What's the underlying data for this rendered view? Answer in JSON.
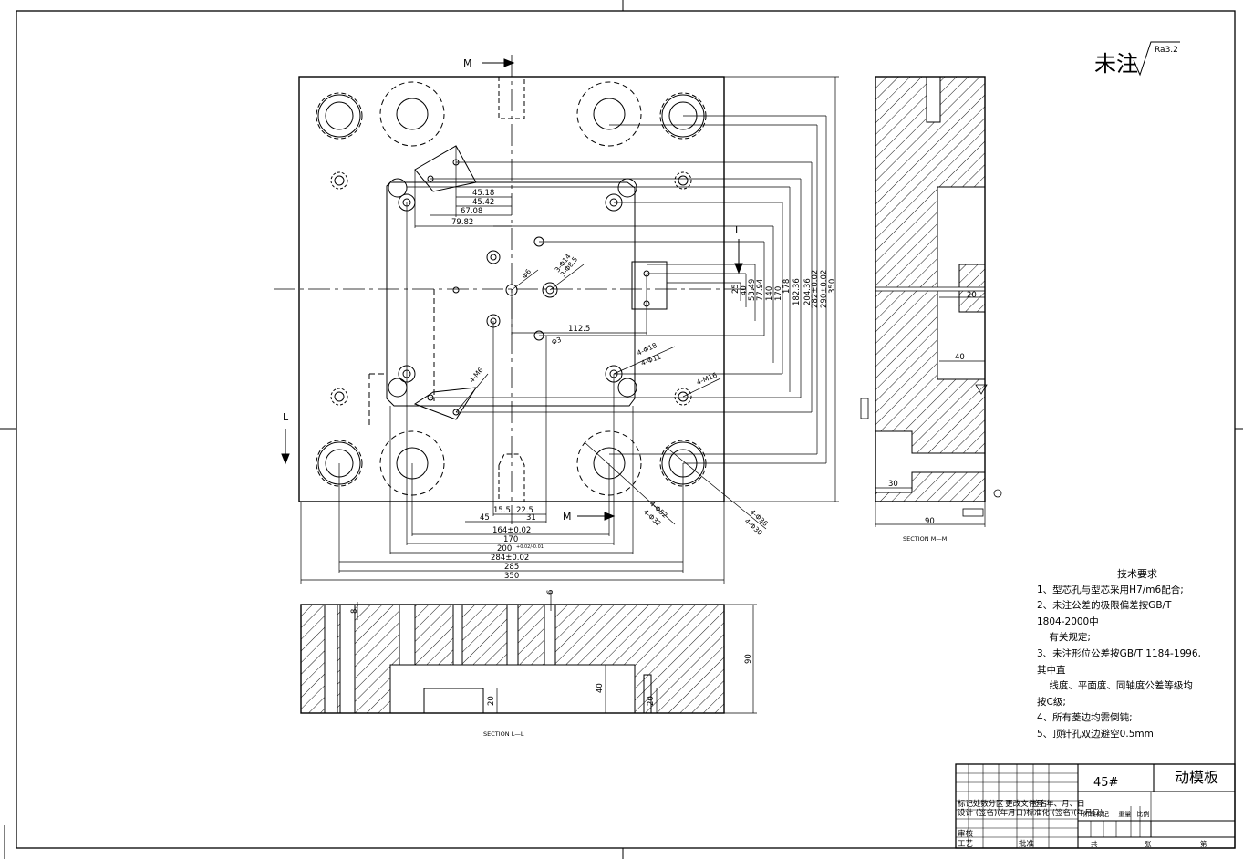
{
  "surface_note": {
    "prefix": "未注",
    "roughness": "Ra3.2"
  },
  "section_labels": {
    "l": "L",
    "m": "M",
    "mm_view": "SECTION   M—M",
    "ll_view": "SECTION   L—L"
  },
  "main_view": {
    "dims": {
      "d45_18": "45.18",
      "d45_42": "45.42",
      "d67_08": "67.08",
      "d79_82": "79.82",
      "d112_5": "112.5",
      "d15_5": "15.5",
      "d22_5": "22.5",
      "d45": "45",
      "d31": "31",
      "d164": "164±0.02",
      "d170": "170",
      "d200": "200",
      "d200_tol": "+0.02/-0.01",
      "d284": "284±0.02",
      "d285": "285",
      "d350": "350",
      "v25": "25",
      "v40": "40",
      "v53": "53.49",
      "v77": "77.94",
      "v140": "140",
      "v170": "170",
      "v178": "178",
      "v182": "182.36",
      "v204": "204.36",
      "v282": "282±0.02",
      "v290": "290±0.02",
      "v350": "350"
    },
    "callouts": {
      "c1": "3-Φ14",
      "c2": "3-Φ8.5",
      "c3": "Φ6",
      "c4": "Φ3",
      "c5": "4-Φ18",
      "c6": "4-Φ11",
      "c7": "4-M16",
      "c8": "4-M6",
      "c9": "4-Φ52",
      "c10": "4-Φ32",
      "c11": "4-Φ36",
      "c12": "4-Φ30"
    }
  },
  "section_mm": {
    "d20": "20",
    "d40": "40",
    "d30": "30",
    "d90": "90"
  },
  "section_ll": {
    "d8": "8",
    "d6": "6",
    "d40": "40",
    "d20a": "20",
    "d20b": "20",
    "d90": "90"
  },
  "tech_notes": {
    "title": "技术要求",
    "lines": [
      "1、型芯孔与型芯采用H7/m6配合;",
      "2、未注公差的极限偏差按GB/T",
      "1804-2000中",
      "    有关规定;",
      "3、未注形位公差按GB/T 1184-1996,",
      "其中直",
      "    线度、平面度、同轴度公差等级均",
      "按C级;",
      "4、所有菱边均需倒钝;",
      "5、顶针孔双边避空0.5mm"
    ]
  },
  "title_block": {
    "material": "45#",
    "part_name": "动模板",
    "rev_labels": [
      "标记",
      "处数",
      "分区",
      "更改文件号",
      "签名",
      "年、月、日"
    ],
    "row_design": "设计  (签名)(年月日)标准化  (签名)(年月日)",
    "stage_labels": [
      "阶段标记",
      "重量",
      "比例"
    ],
    "review": "审核",
    "process": "工艺",
    "approve": "批准",
    "total": "共",
    "sheets": "张",
    "page": "第"
  }
}
